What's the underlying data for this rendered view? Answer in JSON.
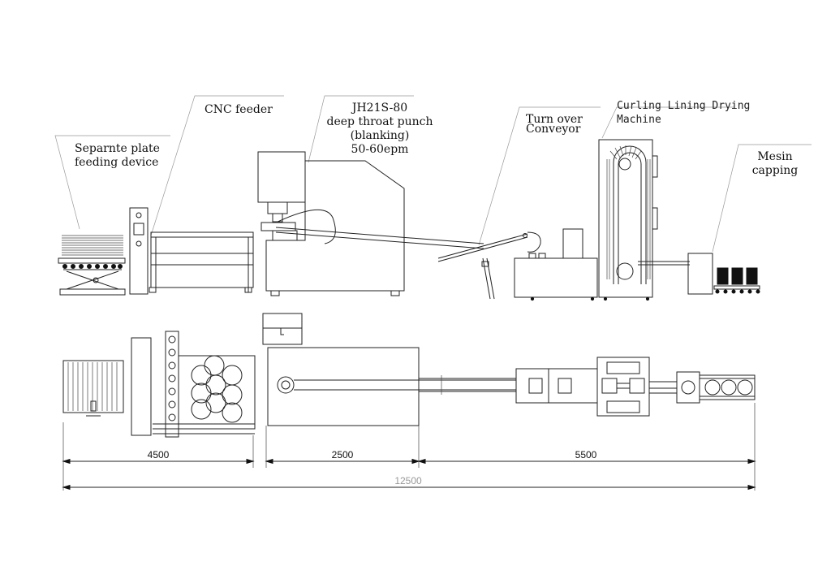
{
  "labels": {
    "separate_plate": [
      "Separnte plate",
      "feeding device"
    ],
    "cnc_feeder": "CNC feeder",
    "punch": [
      "JH21S-80",
      "deep throat punch",
      "(blanking)",
      "50-60epm"
    ],
    "turn_over": [
      "Turn over",
      "Conveyor"
    ],
    "curling": [
      "Curling Lining Drying",
      "Machine"
    ],
    "capping": [
      "Mesin",
      "capping"
    ]
  },
  "dimensions": {
    "segment_1": "4500",
    "segment_2": "2500",
    "segment_3": "5500",
    "total": "12500"
  },
  "colors": {
    "line": "#222222",
    "total_dimension": "#999999"
  }
}
